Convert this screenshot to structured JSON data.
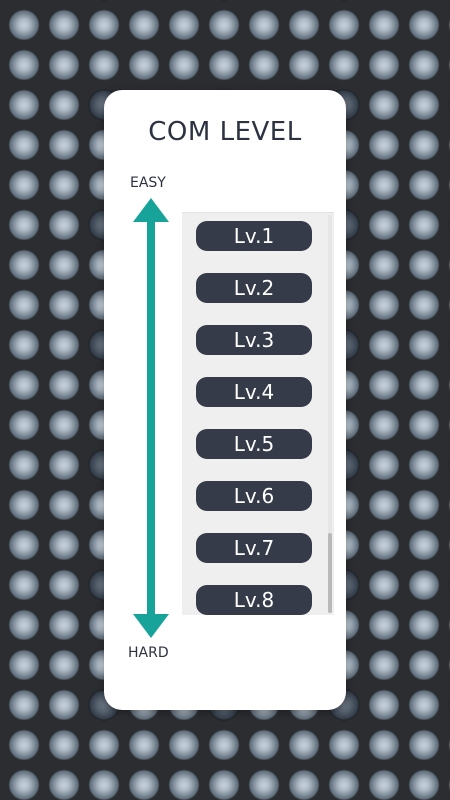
{
  "dialog": {
    "title": "COM LEVEL",
    "easy_label": "EASY",
    "hard_label": "HARD",
    "levels": [
      "Lv.1",
      "Lv.2",
      "Lv.3",
      "Lv.4",
      "Lv.5",
      "Lv.6",
      "Lv.7",
      "Lv.8"
    ]
  },
  "colors": {
    "background": "#2a2c30",
    "panel": "#ffffff",
    "arrow": "#17a29a",
    "button": "#353b48",
    "button_text": "#ffffff",
    "title_text": "#2d3240"
  },
  "icons": {
    "difficulty_arrow": "double-headed-vertical-arrow"
  }
}
